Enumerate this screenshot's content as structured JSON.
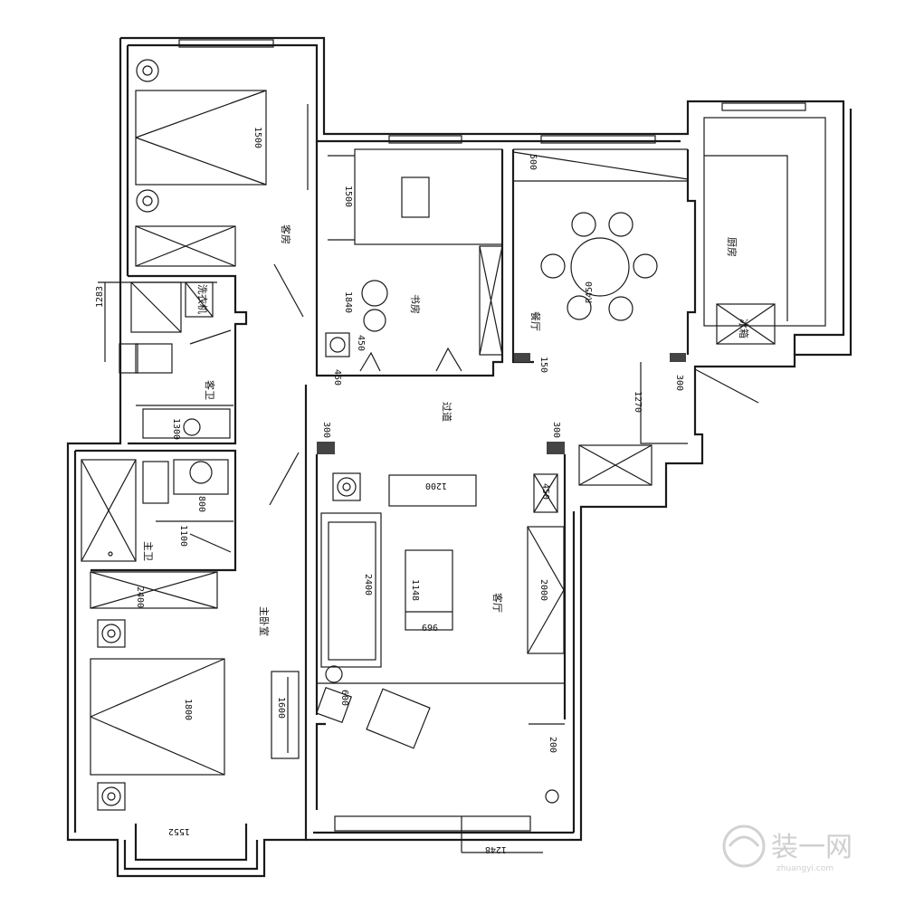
{
  "rooms": {
    "guest_bedroom": "客房",
    "study": "书房",
    "dining": "餐厅",
    "kitchen": "厨房",
    "fridge": "冰箱",
    "laundry": "洗衣机",
    "guest_bath": "客卫",
    "corridor": "过道",
    "master_bath": "主卫",
    "master_bedroom": "主卧室",
    "living": "客厅"
  },
  "dimensions": {
    "guest_bed": "1500",
    "study_desk_a": "1500",
    "study_desk_b": "1840",
    "study_small_a": "450",
    "study_small_b": "450",
    "dining_top": "500",
    "dining_table": "R450",
    "dining_small": "150",
    "laundry_height": "1283",
    "guest_bath_width": "1300",
    "corridor_left": "300",
    "corridor_right": "300",
    "right_span": "1270",
    "right_small": "300",
    "master_bath_a": "800",
    "master_bath_b": "1100",
    "master_wardrobe": "2400",
    "master_bed": "1800",
    "master_desk": "1600",
    "master_window": "1552",
    "tv_cabinet": "1200",
    "sofa_main": "2400",
    "coffee_table_w": "1148",
    "coffee_table_d": "969",
    "sofa_right": "2000",
    "side_table": "450",
    "armchair": "600",
    "balcony_small": "200",
    "balcony_window": "1248"
  },
  "watermark": {
    "brand": "装一网",
    "url": "zhuangyi.com"
  }
}
